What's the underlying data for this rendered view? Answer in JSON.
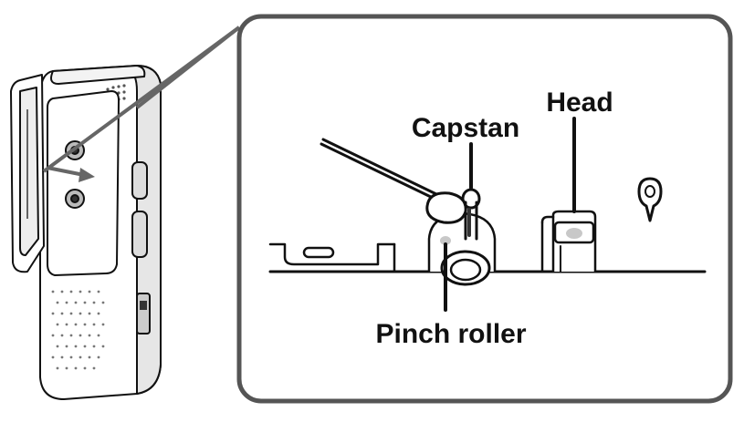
{
  "labels": {
    "capstan": "Capstan",
    "head": "Head",
    "pinch_roller": "Pinch roller"
  },
  "colors": {
    "line": "#111111",
    "frame": "#555555",
    "arrow": "#666666",
    "fill_light": "#ffffff",
    "fill_gray": "#c8c8c8",
    "fill_dark": "#333333"
  }
}
